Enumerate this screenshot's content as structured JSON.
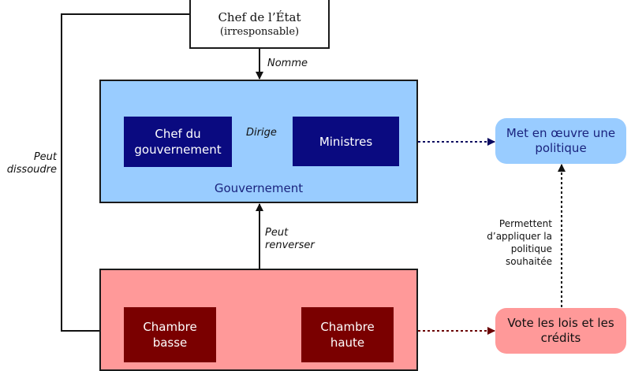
{
  "chef_etat": {
    "line1": "Chef de l’État",
    "line2": "(irresponsable)"
  },
  "gouvernement": {
    "label": "Gouvernement",
    "chef_line1": "Chef du",
    "chef_line2": "gouvernement",
    "ministres": "Ministres"
  },
  "parlement": {
    "chambre_basse_line1": "Chambre",
    "chambre_basse_line2": "basse",
    "chambre_haute_line1": "Chambre",
    "chambre_haute_line2": "haute"
  },
  "politique": {
    "line1": "Met en œuvre une",
    "line2": "politique"
  },
  "lois": {
    "line1": "Vote les lois et les",
    "line2": "crédits"
  },
  "labels": {
    "nomme": "Nomme",
    "dirige": "Dirige",
    "dissoudre_line1": "Peut",
    "dissoudre_line2": "dissoudre",
    "renverser_line1": "Peut",
    "renverser_line2": "renverser",
    "permettent_line1": "Permettent",
    "permettent_line2": "d’appliquer la",
    "permettent_line3": "politique",
    "permettent_line4": "souhaitée"
  },
  "colors": {
    "gouvernement_bg": "#99ccff",
    "ministres_bg": "#0a0a80",
    "parlement_bg": "#ff9999",
    "chambre_bg": "#7a0000"
  }
}
